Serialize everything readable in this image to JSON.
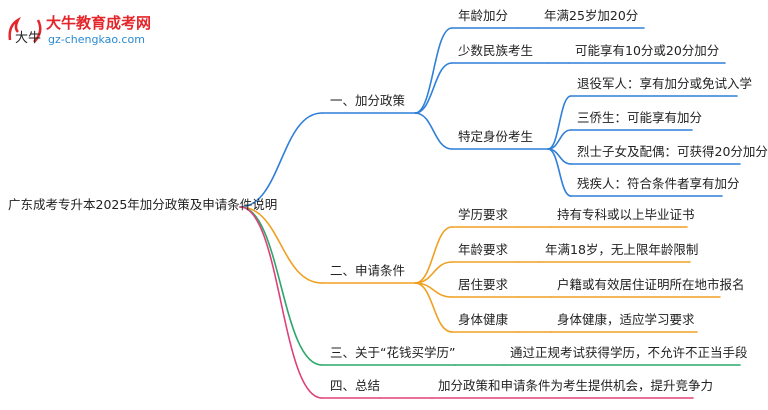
{
  "logo": {
    "title": "大牛教育成考网",
    "url": "gz-chengkao.com",
    "mark": "大牛"
  },
  "root": "广东成考专升本2025年加分政策及申请条件说明",
  "colors": {
    "blue": "#2f7fd8",
    "orange": "#f0a020",
    "green": "#2aa86a",
    "pink": "#e0407a"
  },
  "branches": [
    {
      "label": "一、加分政策",
      "children": [
        {
          "label": "年龄加分",
          "children": [
            {
              "label": "年满25岁加20分"
            }
          ]
        },
        {
          "label": "少数民族考生",
          "children": [
            {
              "label": "可能享有10分或20分加分"
            }
          ]
        },
        {
          "label": "特定身份考生",
          "children": [
            {
              "label": "退役军人：享有加分或免试入学"
            },
            {
              "label": "三侨生：可能享有加分"
            },
            {
              "label": "烈士子女及配偶：可获得20分加分"
            },
            {
              "label": "残疾人：符合条件者享有加分"
            }
          ]
        }
      ]
    },
    {
      "label": "二、申请条件",
      "children": [
        {
          "label": "学历要求",
          "children": [
            {
              "label": "持有专科或以上毕业证书"
            }
          ]
        },
        {
          "label": "年龄要求",
          "children": [
            {
              "label": "年满18岁，无上限年龄限制"
            }
          ]
        },
        {
          "label": "居住要求",
          "children": [
            {
              "label": "户籍或有效居住证明所在地市报名"
            }
          ]
        },
        {
          "label": "身体健康",
          "children": [
            {
              "label": "身体健康，适应学习要求"
            }
          ]
        }
      ]
    },
    {
      "label": "三、关于“花钱买学历”",
      "children": [
        {
          "label": "通过正规考试获得学历，不允许不正当手段"
        }
      ]
    },
    {
      "label": "四、总结",
      "children": [
        {
          "label": "加分政策和申请条件为考生提供机会，提升竞争力"
        }
      ]
    }
  ]
}
